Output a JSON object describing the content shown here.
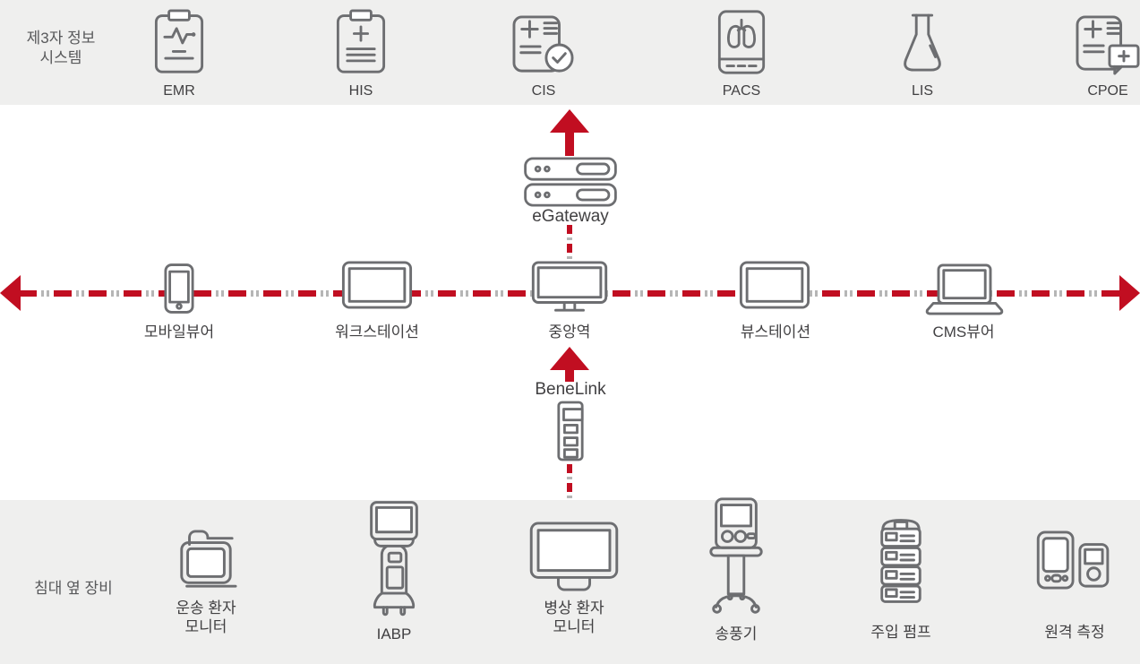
{
  "colors": {
    "accent_red": "#c10e21",
    "icon_gray": "#6d6e71",
    "band_bg": "#efefee",
    "label_text": "#414042",
    "connector_dot_gray": "#b6b6b6"
  },
  "top_band": {
    "label_lines": [
      "제3자 정보",
      "시스템"
    ],
    "systems": [
      {
        "label": "EMR",
        "icon": "emr-clipboard-waveform-icon"
      },
      {
        "label": "HIS",
        "icon": "his-clipboard-plus-icon"
      },
      {
        "label": "CIS",
        "icon": "cis-document-check-icon"
      },
      {
        "label": "PACS",
        "icon": "pacs-lungs-viewer-icon"
      },
      {
        "label": "LIS",
        "icon": "lis-flask-icon"
      },
      {
        "label": "CPOE",
        "icon": "cpoe-order-bubble-icon"
      }
    ]
  },
  "middle": {
    "gateway_label": "eGateway",
    "benelink_label": "BeneLink",
    "network_devices": [
      {
        "label": "모바일뷰어",
        "icon": "smartphone-icon"
      },
      {
        "label": "워크스테이션",
        "icon": "tablet-icon"
      },
      {
        "label": "중앙역",
        "icon": "desktop-monitor-icon"
      },
      {
        "label": "뷰스테이션",
        "icon": "tablet-icon"
      },
      {
        "label": "CMS뷰어",
        "icon": "laptop-icon"
      }
    ]
  },
  "bottom_band": {
    "label_lines": [
      "침대 옆 장비"
    ],
    "devices": [
      {
        "label_lines": [
          "운송 환자",
          "모니터"
        ],
        "icon": "transport-patient-monitor-icon"
      },
      {
        "label_lines": [
          "IABP"
        ],
        "icon": "iabp-cart-icon"
      },
      {
        "label_lines": [
          "병상 환자",
          "모니터"
        ],
        "icon": "bedside-patient-monitor-icon"
      },
      {
        "label_lines": [
          "송풍기"
        ],
        "icon": "ventilator-icon"
      },
      {
        "label_lines": [
          "주입 펌프"
        ],
        "icon": "infusion-pump-stack-icon"
      },
      {
        "label_lines": [
          "원격 측정"
        ],
        "icon": "telemetry-devices-icon"
      }
    ]
  }
}
